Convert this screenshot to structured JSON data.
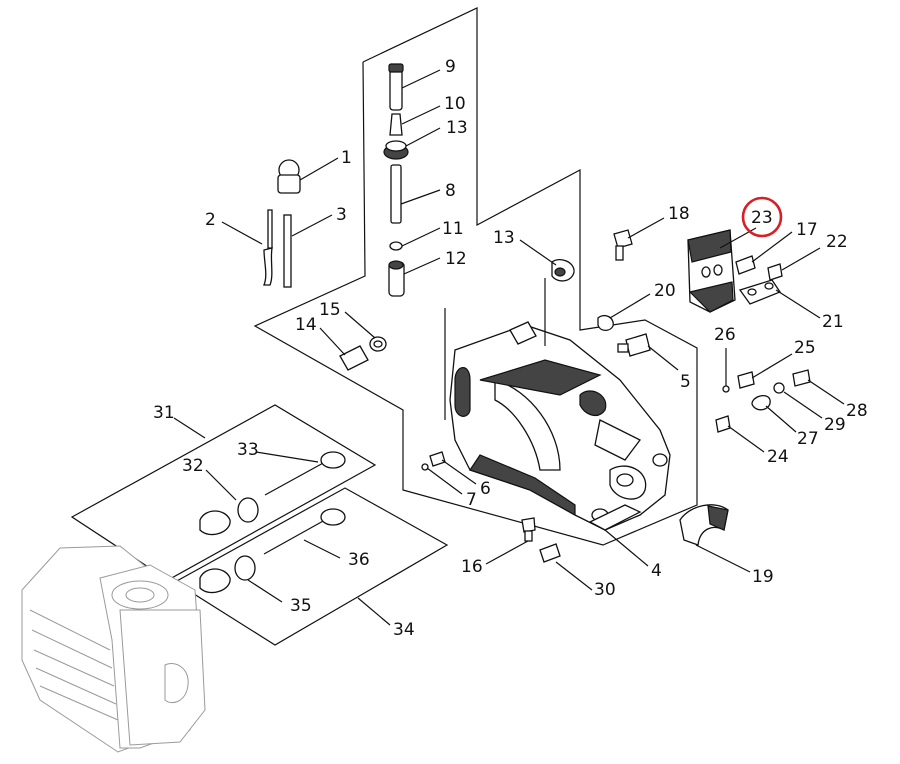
{
  "highlight": {
    "label": "23",
    "color": "#d61f26"
  },
  "callouts": {
    "c1": "1",
    "c2": "2",
    "c3": "3",
    "c4": "4",
    "c5": "5",
    "c6": "6",
    "c7": "7",
    "c8": "8",
    "c9": "9",
    "c10": "10",
    "c11": "11",
    "c12": "12",
    "c13a": "13",
    "c13b": "13",
    "c14": "14",
    "c15": "15",
    "c16": "16",
    "c17": "17",
    "c18": "18",
    "c19": "19",
    "c20": "20",
    "c21": "21",
    "c22": "22",
    "c23": "23",
    "c24": "24",
    "c25": "25",
    "c26": "26",
    "c27": "27",
    "c28": "28",
    "c29": "29",
    "c30": "30",
    "c31": "31",
    "c32": "32",
    "c33": "33",
    "c34": "34",
    "c35": "35",
    "c36": "36"
  }
}
